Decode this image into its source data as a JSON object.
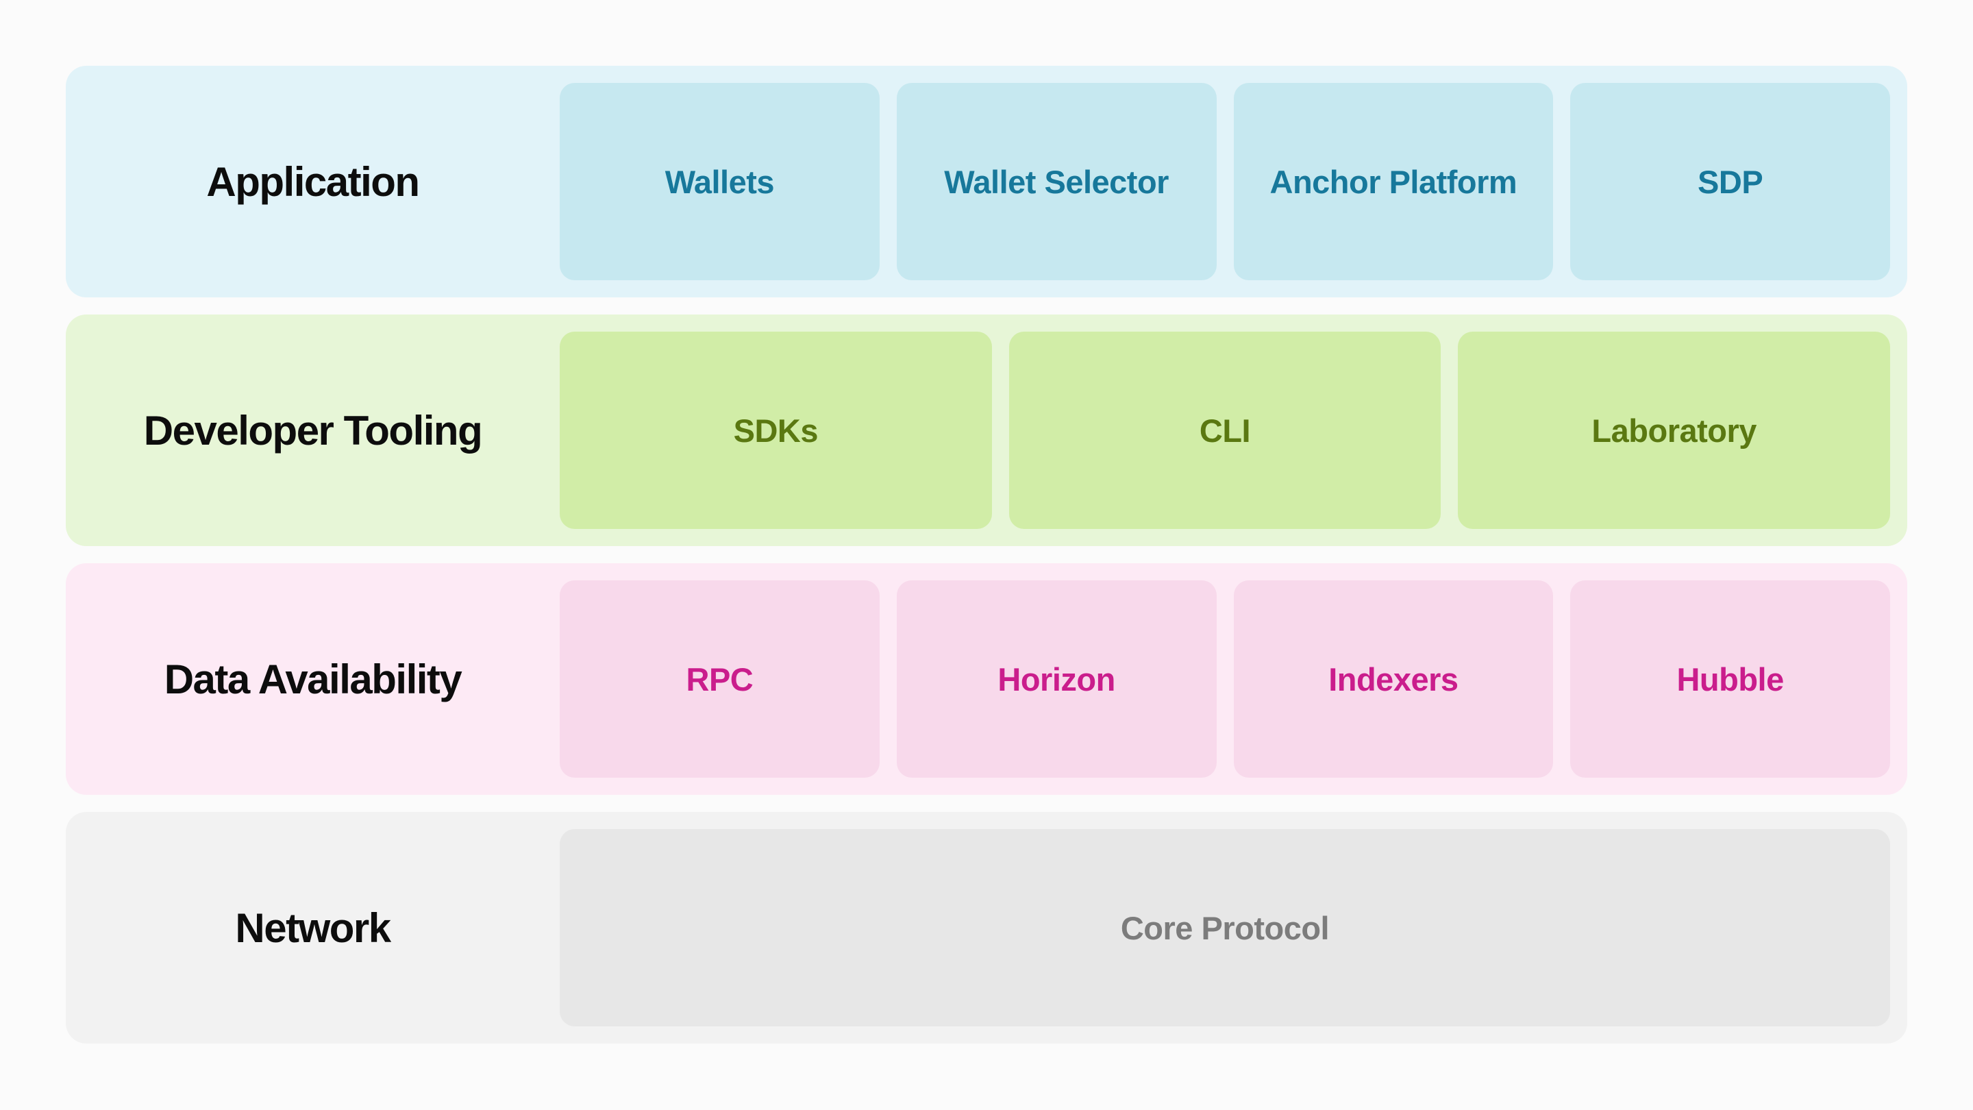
{
  "page": {
    "background_color": "#fbfbfb",
    "label_color": "#0d0d0d"
  },
  "layers": [
    {
      "label": "Application",
      "row_bg": "#e1f3f9",
      "box_bg": "#c6e8f0",
      "box_text_color": "#17789b",
      "boxes": [
        "Wallets",
        "Wallet Selector",
        "Anchor Platform",
        "SDP"
      ]
    },
    {
      "label": "Developer Tooling",
      "row_bg": "#e7f6d7",
      "box_bg": "#d1eda7",
      "box_text_color": "#5a7811",
      "boxes": [
        "SDKs",
        "CLI",
        "Laboratory"
      ]
    },
    {
      "label": "Data Availability",
      "row_bg": "#fdeaf5",
      "box_bg": "#f8d9eb",
      "box_text_color": "#ca1d8c",
      "boxes": [
        "RPC",
        "Horizon",
        "Indexers",
        "Hubble"
      ]
    },
    {
      "label": "Network",
      "row_bg": "#f2f2f2",
      "box_bg": "#e7e7e7",
      "box_text_color": "#7c7c7c",
      "boxes": [
        "Core Protocol"
      ]
    }
  ]
}
